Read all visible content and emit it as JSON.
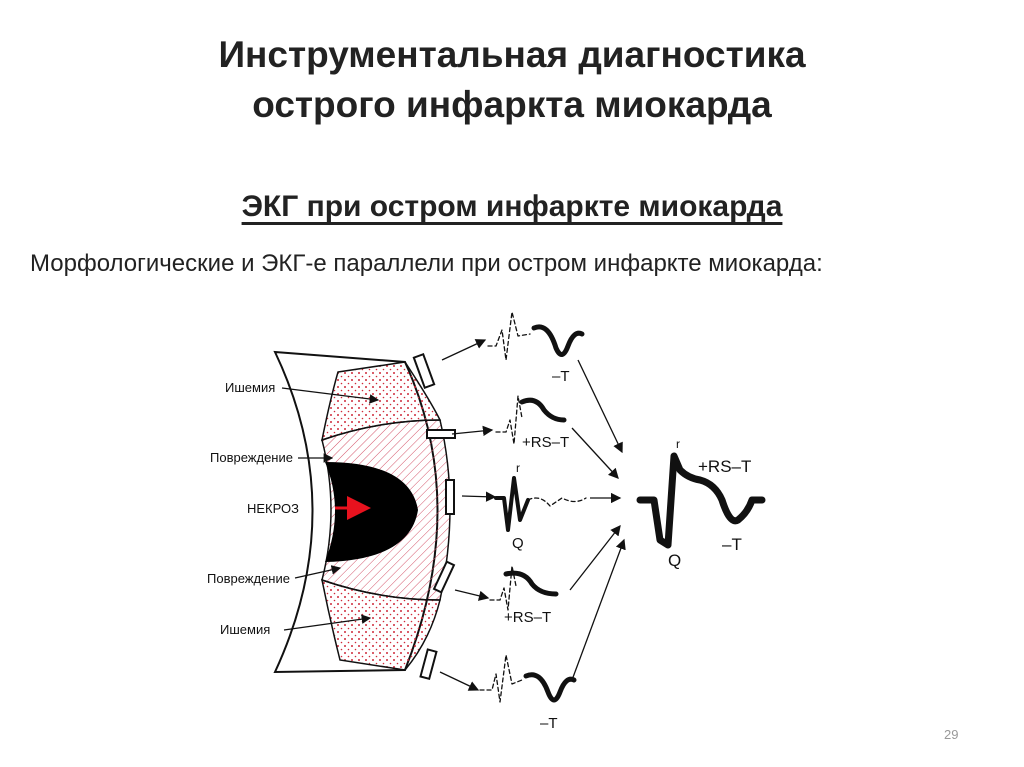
{
  "title": {
    "line1": "Инструментальная диагностика",
    "line2": "острого инфаркта миокарда"
  },
  "subtitle": "ЭКГ при остром инфаркте миокарда",
  "caption": "Морфологические и ЭКГ-е параллели при остром инфаркте миокарда:",
  "diagram": {
    "labels": {
      "ischemia_top": "Ишемия",
      "injury_top": "Повреждение",
      "necrosis": "НЕКРОЗ",
      "injury_bottom": "Повреждение",
      "ischemia_bottom": "Ишемия"
    },
    "ecg_labels": {
      "neg_t_top": "–T",
      "rs_t_upper": "+RS–T",
      "r_center": "r",
      "q_center": "Q",
      "rs_t_lower": "+RS–T",
      "neg_t_bottom": "–T",
      "result_r": "r",
      "result_rs_t": "+RS–T",
      "result_q": "Q",
      "result_neg_t": "–T"
    },
    "colors": {
      "necrosis": "#000000",
      "arrow": "#e8121e",
      "dots": "#cf2a3a",
      "hatch": "#d4556a"
    }
  },
  "page_number": "29"
}
